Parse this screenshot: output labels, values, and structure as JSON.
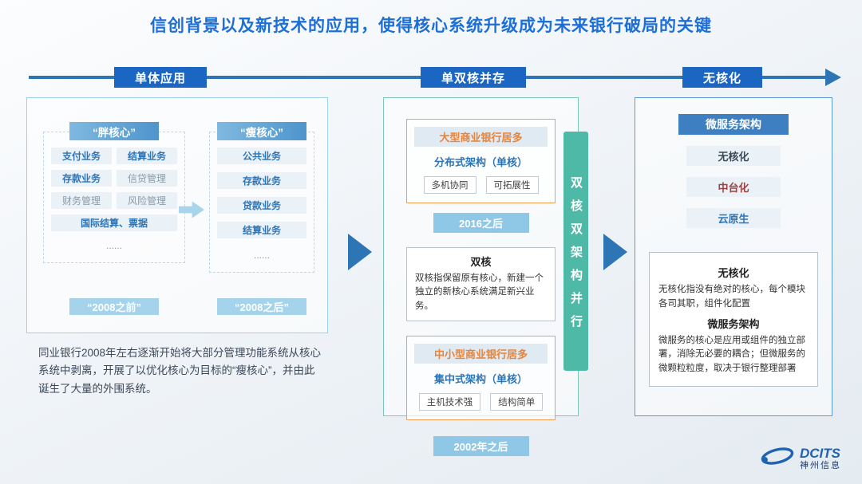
{
  "title": "信创背景以及新技术的应用，使得核心系统升级成为未来银行破局的关键",
  "timeline": {
    "stages": [
      {
        "label": "单体应用"
      },
      {
        "label": "单双核并存"
      },
      {
        "label": "无核化"
      }
    ]
  },
  "panel_monolithic": {
    "fat_core": {
      "title": "“胖核心”",
      "items": [
        {
          "label": "支付业务"
        },
        {
          "label": "结算业务"
        },
        {
          "label": "存款业务"
        },
        {
          "label": "信贷管理"
        },
        {
          "label": "财务管理"
        },
        {
          "label": "风险管理"
        },
        {
          "label": "国际结算、票据"
        },
        {
          "label": "......"
        }
      ],
      "period": "“2008之前”"
    },
    "thin_core": {
      "title": "“瘦核心”",
      "items": [
        {
          "label": "公共业务"
        },
        {
          "label": "存款业务"
        },
        {
          "label": "贷款业务"
        },
        {
          "label": "结算业务"
        },
        {
          "label": "......"
        }
      ],
      "period": "“2008之后”"
    },
    "description": "同业银行2008年左右逐渐开始将大部分管理功能系统从核心系统中剥离，开展了以优化核心为目标的“瘦核心”，并由此诞生了大量的外围系统。"
  },
  "panel_dual": {
    "large_banks": {
      "header": "大型商业银行居多",
      "architecture": "分布式架构（单核）",
      "tags": [
        {
          "label": "多机协同"
        },
        {
          "label": "可拓展性"
        }
      ],
      "period": "2016之后"
    },
    "dual_core": {
      "title": "双核",
      "description": "双核指保留原有核心，新建一个独立的新核心系统满足新兴业务。"
    },
    "small_banks": {
      "header": "中小型商业银行居多",
      "architecture": "集中式架构（单核）",
      "tags": [
        {
          "label": "主机技术强"
        },
        {
          "label": "结构简单"
        }
      ],
      "period": "2002年之后"
    },
    "side_bar": "双核双架构并行"
  },
  "panel_coreless": {
    "header": "微服务架构",
    "items": [
      {
        "label": "无核化"
      },
      {
        "label": "中台化"
      },
      {
        "label": "云原生"
      }
    ],
    "detail": {
      "coreless_title": "无核化",
      "coreless_text": "无核化指没有绝对的核心，每个模块各司其职，组件化配置",
      "microservice_title": "微服务架构",
      "microservice_text": "微服务的核心是应用或组件的独立部署，消除无必要的耦合；但微服务的微颗粒粒度，取决于银行整理部署"
    }
  },
  "logo": {
    "brand": "DCITS",
    "company": "神州信息"
  },
  "colors": {
    "title_blue": "#1C6FD6",
    "timeline_blue": "#1A66C2",
    "arrow_blue": "#2E75B6",
    "panel1_border": "#9ED2EA",
    "panel2_border": "#7CC6B9",
    "panel3_border": "#5B9BD5",
    "teal_bar": "#4FB9A8",
    "orange": "#F0A050",
    "light_blue_strip": "#A5D3EC",
    "item_bg": "#EAF1F7"
  }
}
